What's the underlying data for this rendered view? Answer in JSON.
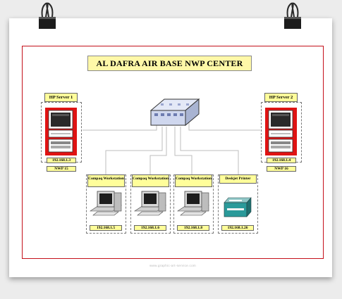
{
  "title": "AL DAFRA AIR BASE NWP CENTER",
  "footer": "www.graphic-art-service.com",
  "servers": [
    {
      "name": "HP Server 1",
      "ip": "192.168.1.3",
      "nwp": "NWP 15"
    },
    {
      "name": "HP Server 2",
      "ip": "192.168.1.4",
      "nwp": "NWP 16"
    }
  ],
  "workstations": [
    {
      "name": "Compaq Workstation",
      "ip": "192.168.1.5"
    },
    {
      "name": "Compaq Workstation",
      "ip": "192.168.1.6"
    },
    {
      "name": "Compaq Workstation",
      "ip": "192.168.1.8"
    }
  ],
  "printer": {
    "name": "Deskjet Printer",
    "ip": "192.168.1.26"
  },
  "colors": {
    "frame": "#c4101a",
    "label_fill": "#fffe9a",
    "server_red": "#e01313",
    "switch_blue": "#cfd7ee"
  },
  "icons": [
    "binder-clip-icon",
    "network-switch-icon",
    "server-tower-icon",
    "workstation-icon",
    "printer-icon"
  ]
}
